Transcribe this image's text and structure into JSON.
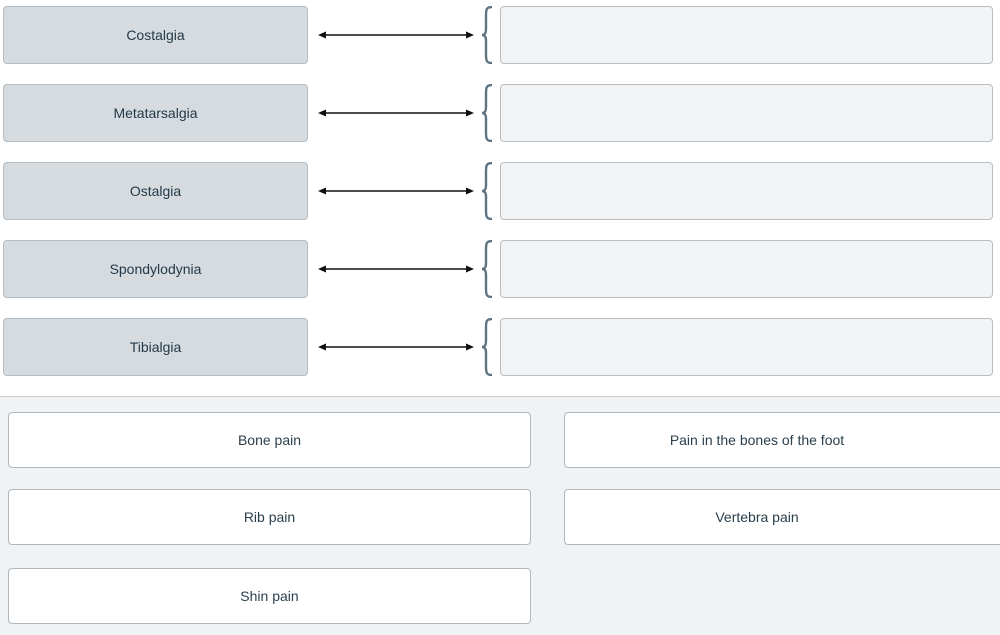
{
  "match_rows": [
    {
      "term": "Costalgia",
      "answer": ""
    },
    {
      "term": "Metatarsalgia",
      "answer": ""
    },
    {
      "term": "Ostalgia",
      "answer": ""
    },
    {
      "term": "Spondylodynia",
      "answer": ""
    },
    {
      "term": "Tibialgia",
      "answer": ""
    }
  ],
  "choices": [
    "Bone pain",
    "Pain in the bones of the foot",
    "Rib pain",
    "Vertebra pain",
    "Shin pain"
  ],
  "colors": {
    "term_bg": "#d5dbdf",
    "drop_bg": "#f2f3f4",
    "bank_bg": "#f0f2f3",
    "brace": "#5f7380",
    "arrow": "#111111"
  },
  "icons": {
    "connector": "double-headed-arrow-icon",
    "brace": "left-curly-brace-icon"
  }
}
